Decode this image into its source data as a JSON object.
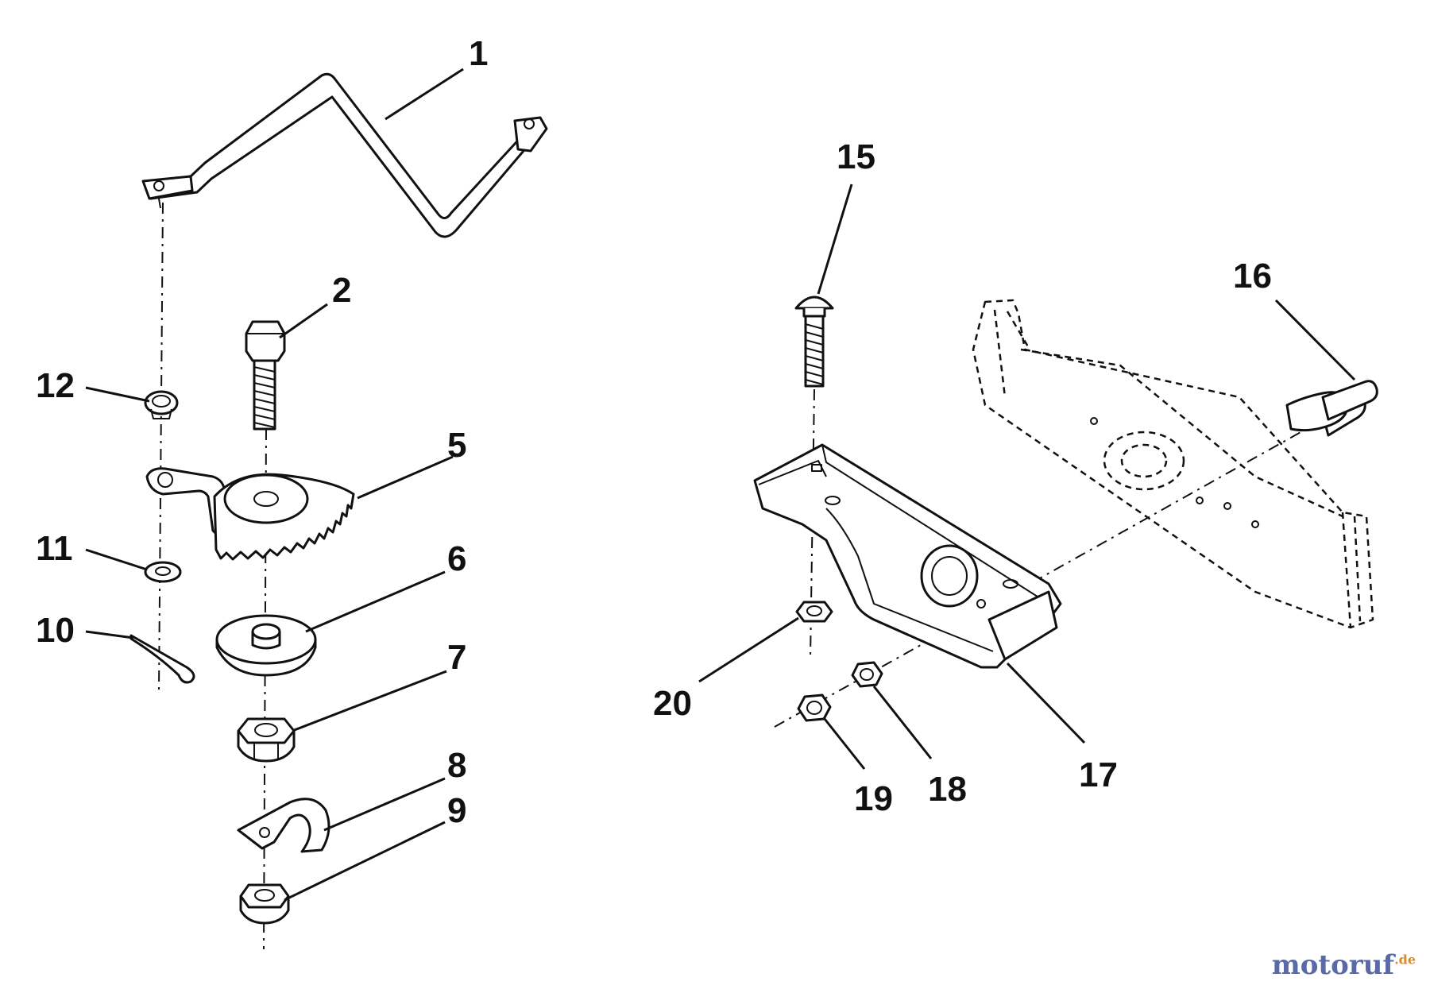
{
  "diagram": {
    "labels": {
      "p1": "1",
      "p2": "2",
      "p5": "5",
      "p6": "6",
      "p7": "7",
      "p8": "8",
      "p9": "9",
      "p10": "10",
      "p11": "11",
      "p12": "12",
      "p15": "15",
      "p16": "16",
      "p17": "17",
      "p18": "18",
      "p19": "19",
      "p20": "20"
    }
  },
  "watermark": {
    "text_main": "motoruf",
    "text_suffix": ".de",
    "color_main": "#5a6aa8",
    "color_accent": "#d98a2a"
  }
}
